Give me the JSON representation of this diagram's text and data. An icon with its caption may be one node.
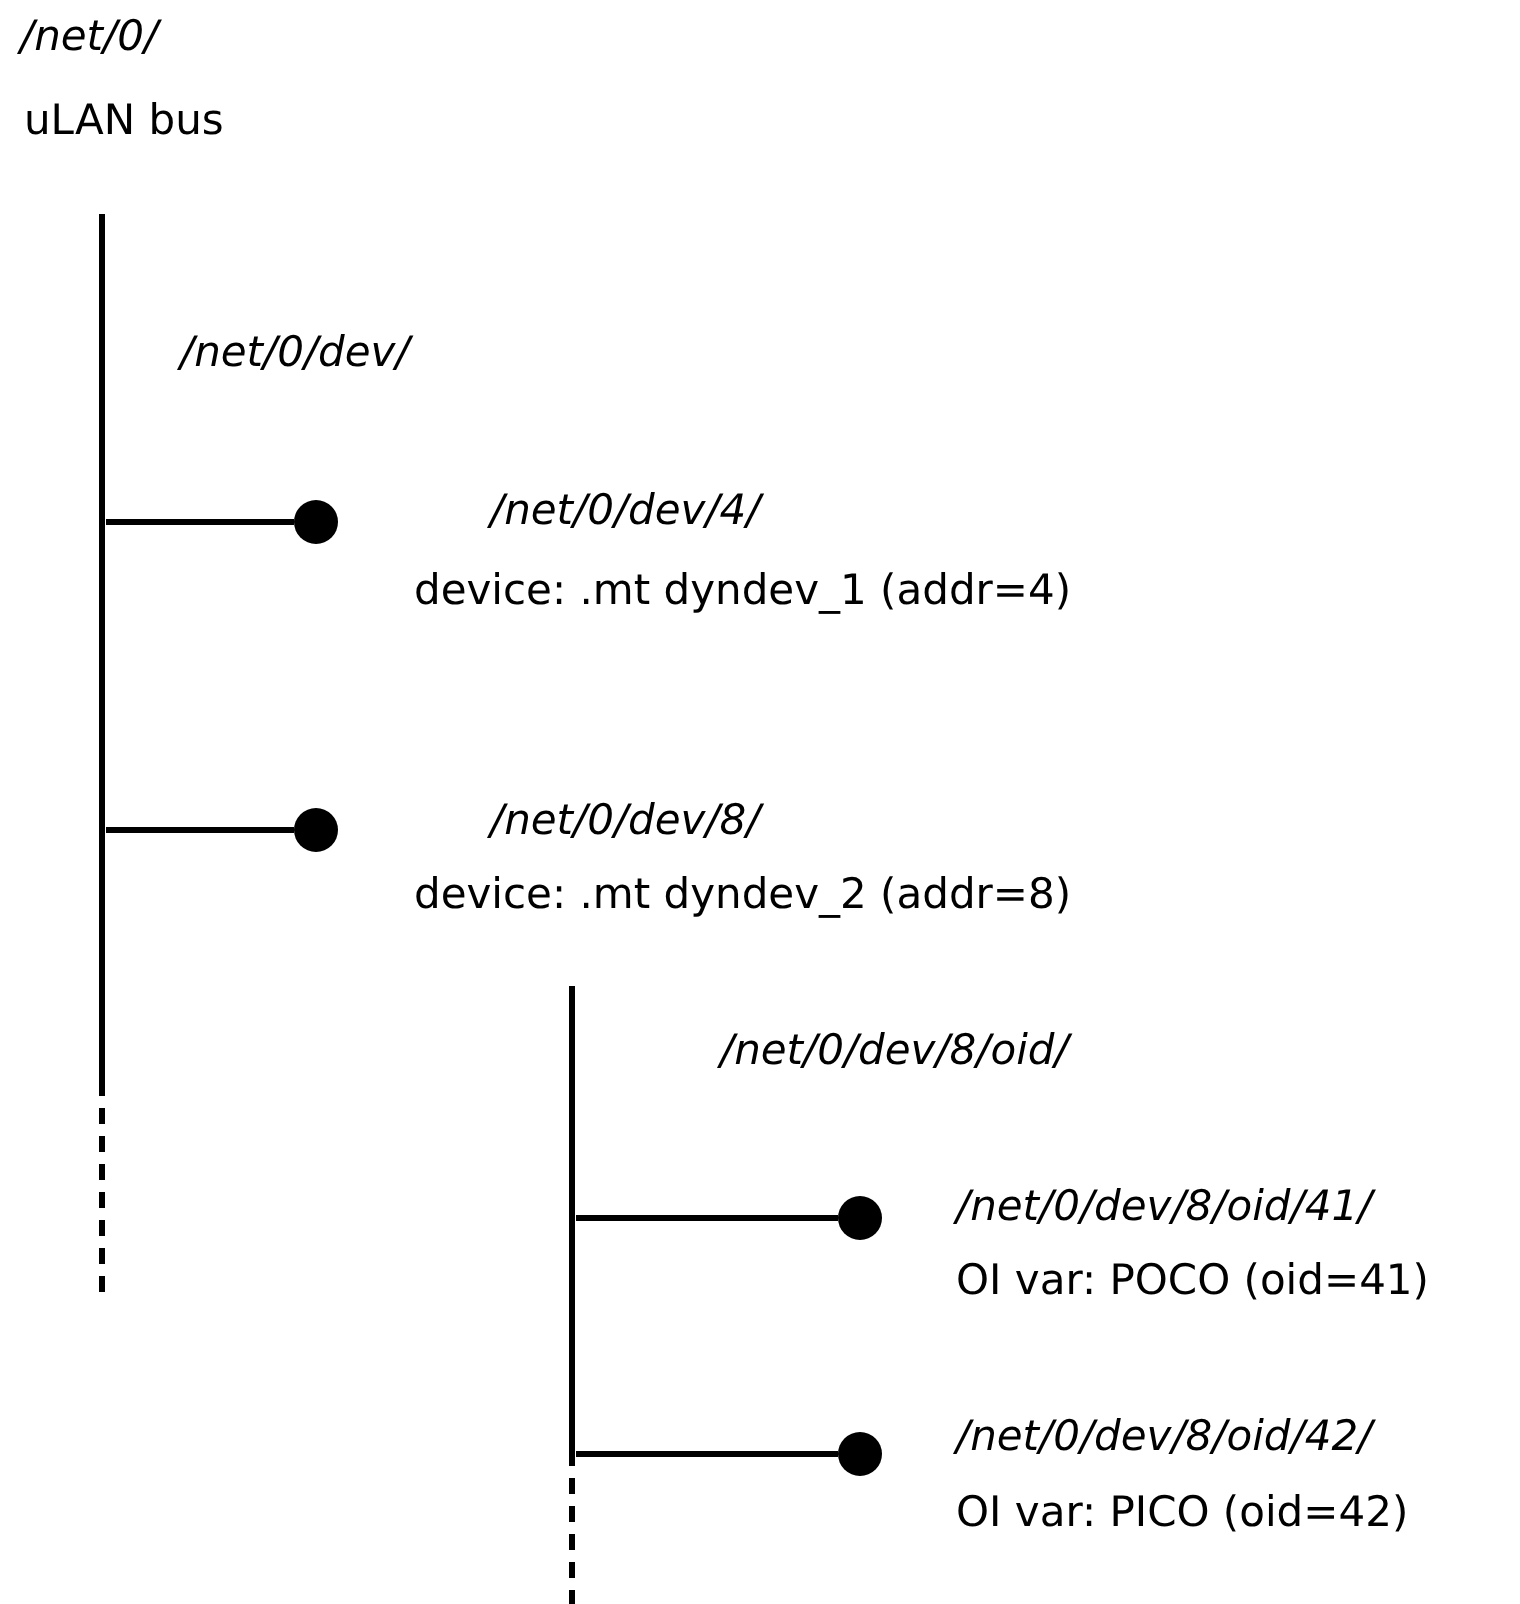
{
  "diagram": {
    "nodes": [
      {
        "text": [],
        "shape": "bar",
        "beside": [
          "/net/0/",
          "uLAN bus"
        ]
      },
      {
        "text": [],
        "shape": "circle",
        "beside": [
          "/net/0/dev/4/",
          "device: .mt dyndev_1 (addr=4)"
        ]
      },
      {
        "text": [],
        "shape": "circle",
        "beside": [
          "/net/0/dev/8/",
          "device: .mt dyndev_2 (addr=8)"
        ]
      },
      {
        "text": [],
        "shape": "bar"
      },
      {
        "text": [],
        "shape": "circle",
        "beside": [
          "/net/0/dev/8/oid/41/",
          "OI var: POCO (oid=41)"
        ]
      },
      {
        "text": [],
        "shape": "circle",
        "beside": [
          "/net/0/dev/8/oid/42/",
          "OI var: PICO (oid=42)"
        ]
      }
    ],
    "edges": [
      {
        "from": 0,
        "to": 1,
        "arrow": "none"
      },
      {
        "from": 0,
        "to": 2,
        "arrow": "none"
      },
      {
        "from": 3,
        "to": 4,
        "arrow": "none"
      },
      {
        "from": 3,
        "to": 5,
        "arrow": "none"
      }
    ],
    "labels": [
      "/net/0/dev/",
      "/net/0/dev/8/oid/"
    ]
  }
}
